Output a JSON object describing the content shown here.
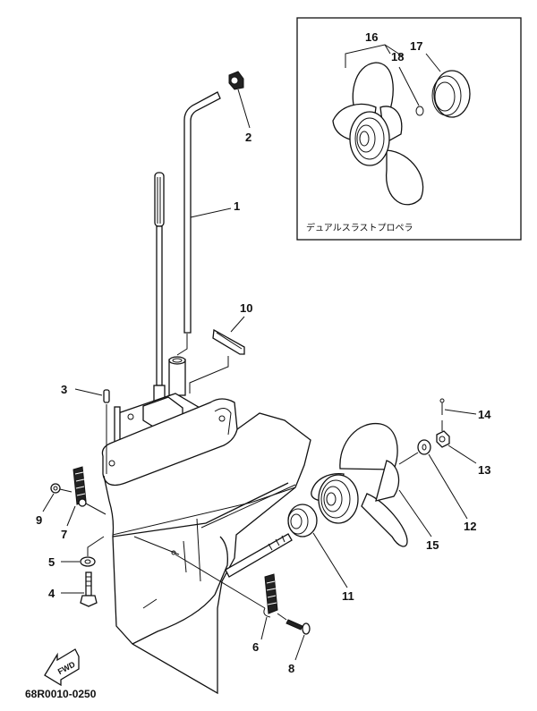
{
  "diagram": {
    "subject": "Outboard lower unit & propeller exploded parts diagram",
    "drawing_code": "68R0010-0250",
    "direction_badge": "FWD",
    "inset": {
      "caption": "デュアルスラストプロペラ",
      "callouts": [
        "16",
        "17",
        "18"
      ]
    },
    "callouts": [
      {
        "id": "1",
        "label": "1"
      },
      {
        "id": "2",
        "label": "2"
      },
      {
        "id": "3",
        "label": "3"
      },
      {
        "id": "4",
        "label": "4"
      },
      {
        "id": "5",
        "label": "5"
      },
      {
        "id": "6",
        "label": "6"
      },
      {
        "id": "7",
        "label": "7"
      },
      {
        "id": "8",
        "label": "8"
      },
      {
        "id": "9",
        "label": "9"
      },
      {
        "id": "10",
        "label": "10"
      },
      {
        "id": "11",
        "label": "11"
      },
      {
        "id": "12",
        "label": "12"
      },
      {
        "id": "13",
        "label": "13"
      },
      {
        "id": "14",
        "label": "14"
      },
      {
        "id": "15",
        "label": "15"
      },
      {
        "id": "16",
        "label": "16"
      },
      {
        "id": "17",
        "label": "17"
      },
      {
        "id": "18",
        "label": "18"
      }
    ]
  }
}
